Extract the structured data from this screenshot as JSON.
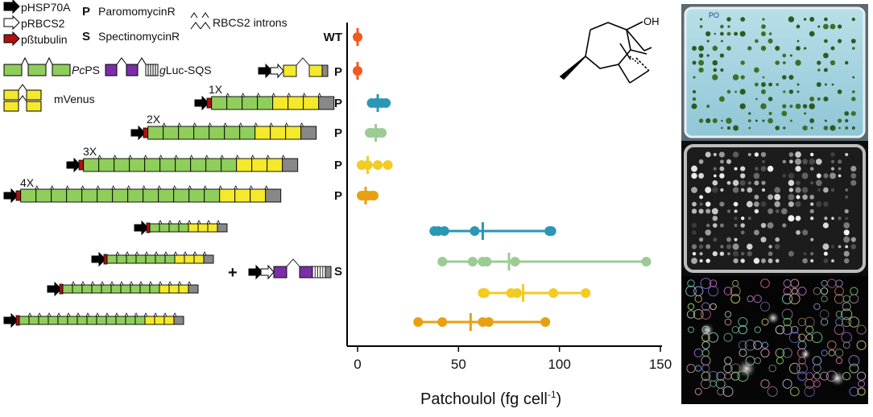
{
  "legend": {
    "promoters": [
      {
        "name": "arrow-black-icon",
        "label": "pHSP70A",
        "color": "#000000"
      },
      {
        "name": "arrow-white-icon",
        "label": "pRBCS2",
        "color": "#ffffff"
      },
      {
        "name": "arrow-red-icon",
        "label": "pßtubulin",
        "color": "#b01010"
      }
    ],
    "markers": [
      {
        "letter": "P",
        "label": "ParomomycinR"
      },
      {
        "letter": "S",
        "label": "SpectinomycinR"
      }
    ],
    "introns_label": "RBCS2 introns",
    "pcps_italic": "Pc",
    "pcps_rest": "PS",
    "gluc_italic": "g",
    "gluc_rest": "Luc-SQS",
    "mvenus_label": "mVenus",
    "colors": {
      "green": "#8fce5a",
      "yellow": "#f4e92a",
      "purple": "#7b2fa6",
      "grey": "#888888",
      "red": "#b01010"
    }
  },
  "constructs": {
    "multipliers": [
      "1X",
      "2X",
      "3X",
      "4X"
    ],
    "plus": "+"
  },
  "chart_data": {
    "type": "scatter",
    "xlabel_main": "Patchoulol (fg cell",
    "xlabel_sup": "-1",
    "xlabel_close": ")",
    "xlim": [
      0,
      150
    ],
    "xticks": [
      "0",
      "50",
      "100",
      "150"
    ],
    "row_labels": [
      "WT",
      "P",
      "P",
      "P",
      "P",
      "P",
      "S"
    ],
    "series": [
      {
        "color": "#f05a1e",
        "points": [
          0
        ],
        "mean": 0
      },
      {
        "color": "#f05a1e",
        "points": [
          0
        ],
        "mean": 0
      },
      {
        "color": "#2a97b5",
        "points": [
          7,
          9,
          10,
          12,
          14
        ],
        "mean": 10
      },
      {
        "color": "#9ccb94",
        "points": [
          6,
          7,
          9,
          10,
          12
        ],
        "mean": 9
      },
      {
        "color": "#f3cb23",
        "points": [
          2,
          5,
          10,
          15
        ],
        "mean": 5
      },
      {
        "color": "#e8a012",
        "points": [
          2,
          3,
          5,
          7,
          8
        ],
        "mean": 4
      },
      {
        "color": "#2a97b5",
        "points": [
          38,
          40,
          43,
          58,
          95,
          96
        ],
        "mean": 62
      },
      {
        "color": "#9ccb94",
        "points": [
          42,
          57,
          62,
          64,
          78,
          143
        ],
        "mean": 75
      },
      {
        "color": "#f3cb23",
        "points": [
          62,
          63,
          76,
          79,
          97,
          113
        ],
        "mean": 82
      },
      {
        "color": "#e8a012",
        "points": [
          30,
          42,
          62,
          65,
          93
        ],
        "mean": 56
      }
    ]
  },
  "plate_photos": [
    {
      "label": "PO"
    },
    {
      "label": ""
    },
    {
      "label": ""
    }
  ]
}
